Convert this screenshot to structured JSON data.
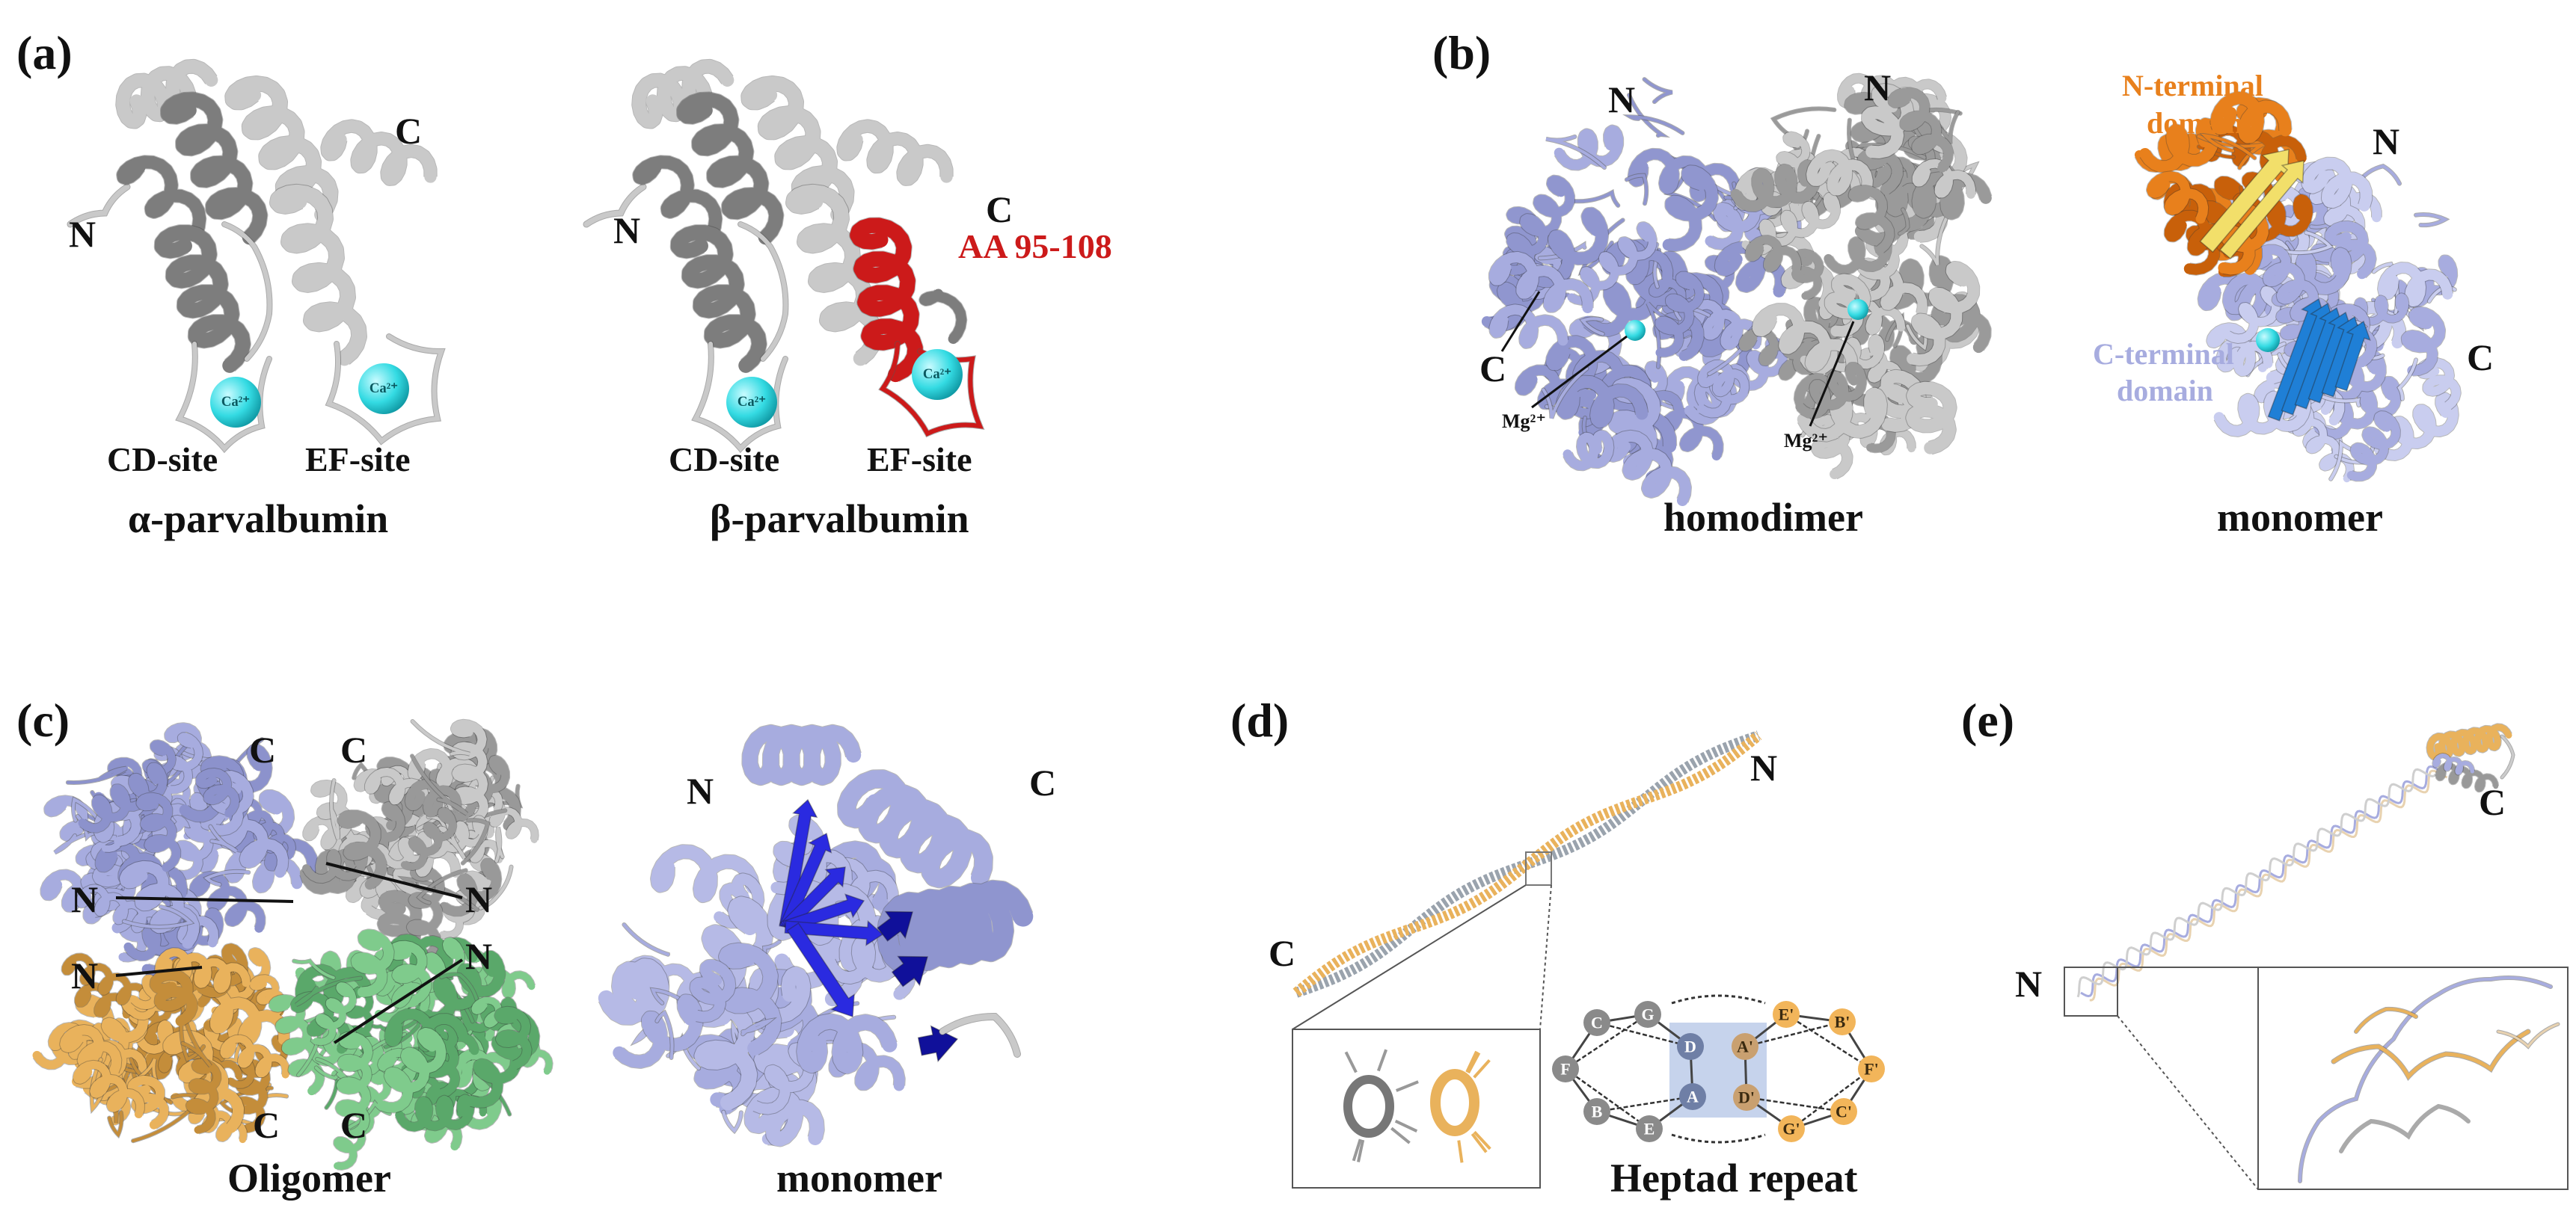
{
  "colors": {
    "gray_dark": "#7d7d7d",
    "gray_light": "#c9c9c9",
    "lavender": "#a7acdf",
    "orange": "#e8801c",
    "yellow": "#f2df6a",
    "blue": "#1f7fd6",
    "royal_blue": "#2a2ae0",
    "navy": "#10109a",
    "gold": "#e9b25c",
    "green": "#7fcb8c",
    "cyan": "#34dbe3",
    "red": "#cc1a1a",
    "heptad_gray": "#8a8a8a",
    "heptad_blue": "#6f7fa6",
    "heptad_orange": "#f2b55a",
    "heptad_band": "#c6d3ec"
  },
  "panel_a": {
    "label": "(a)",
    "alpha": {
      "n": "N",
      "c": "C",
      "cd_site": "CD-site",
      "ef_site": "EF-site",
      "caption": "α-parvalbumin",
      "ion": "Ca²⁺"
    },
    "beta": {
      "n": "N",
      "c": "C",
      "region": "AA 95-108",
      "cd_site": "CD-site",
      "ef_site": "EF-site",
      "caption": "β-parvalbumin",
      "ion": "Ca²⁺"
    }
  },
  "panel_b": {
    "label": "(b)",
    "homodimer": {
      "n_left": "N",
      "n_right": "N",
      "c": "C",
      "mg_left": "Mg²⁺",
      "mg_right": "Mg²⁺",
      "caption": "homodimer"
    },
    "monomer": {
      "n_domain_line1": "N-terminal",
      "n_domain_line2": "domain",
      "n": "N",
      "c_domain_line1": "C-terminal",
      "c_domain_line2": "domain",
      "c": "C",
      "caption": "monomer"
    }
  },
  "panel_c": {
    "label": "(c)",
    "oligomer": {
      "c_top_left": "C",
      "c_top_right": "C",
      "n_left_upper": "N",
      "n_right_upper": "N",
      "n_left_lower": "N",
      "n_right_lower": "N",
      "c_bottom_left": "C",
      "c_bottom_right": "C",
      "caption": "Oligomer"
    },
    "monomer": {
      "n": "N",
      "c": "C",
      "caption": "monomer"
    }
  },
  "panel_d": {
    "label": "(d)",
    "n": "N",
    "c": "C",
    "caption": "Heptad repeat",
    "heptad_left": [
      "C",
      "G",
      "D",
      "A",
      "E",
      "B",
      "F"
    ],
    "heptad_right": [
      "E'",
      "B'",
      "F'",
      "C'",
      "G'",
      "D'",
      "A'"
    ]
  },
  "panel_e": {
    "label": "(e)",
    "n": "N",
    "c": "C"
  }
}
